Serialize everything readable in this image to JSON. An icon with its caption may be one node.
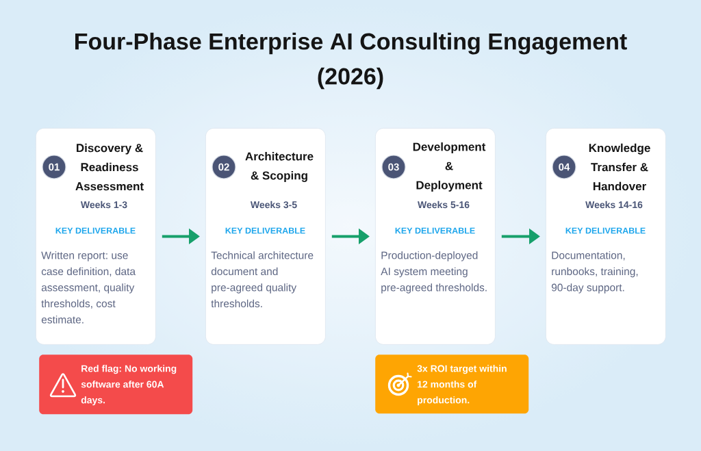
{
  "diagram": {
    "title": "Four-Phase Enterprise AI Consulting Engagement (2026)",
    "nodes": [
      {
        "text": [
          "Discovery & Readiness Assessment",
          "Weeks 1-3",
          "KEY DELIVERABLE",
          "Written report: use case definition, data assessment, quality thresholds, cost estimate."
        ]
      },
      {
        "text": [
          "01"
        ],
        "in": 0
      },
      {
        "text": [
          "Architecture & Scoping",
          "Weeks 3-5",
          "KEY DELIVERABLE",
          "Technical architecture document and pre-agreed quality thresholds."
        ]
      },
      {
        "text": [
          "02"
        ],
        "in": 2
      },
      {
        "text": [
          "Development & Deployment",
          "Weeks 5-16",
          "KEY DELIVERABLE",
          "Production-deployed AI system meeting pre-agreed thresholds."
        ]
      },
      {
        "text": [
          "03"
        ],
        "in": 4
      },
      {
        "text": [
          "Knowledge Transfer & Handover",
          "Weeks 14-16",
          "KEY DELIVERABLE",
          "Documentation, runbooks, training, 90-day support."
        ]
      },
      {
        "text": [
          "04"
        ],
        "in": 6
      },
      {
        "text": [
          "Red flag: No working software after 60A days."
        ]
      },
      {
        "text": [
          "3x ROI target within 12 months of production."
        ]
      }
    ],
    "edges": [
      {
        "from": 0,
        "to": 2,
        "arrow": "to"
      },
      {
        "from": 2,
        "to": 4,
        "arrow": "to"
      },
      {
        "from": 4,
        "to": 6,
        "arrow": "to"
      }
    ]
  }
}
